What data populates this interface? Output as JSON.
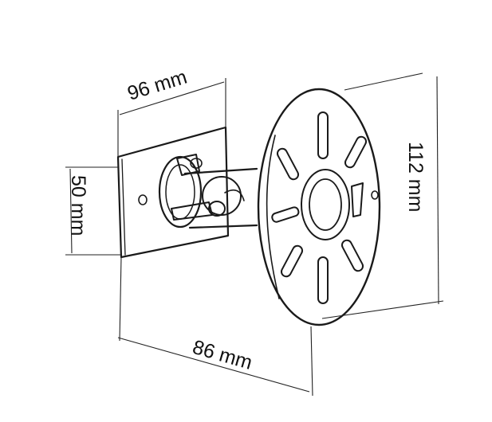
{
  "dimensions": {
    "plate_width": "96 mm",
    "plate_height": "50 mm",
    "depth": "86 mm",
    "disc_diameter": "112 mm"
  },
  "colors": {
    "ink": "#1a1a1a",
    "background": "#ffffff"
  }
}
